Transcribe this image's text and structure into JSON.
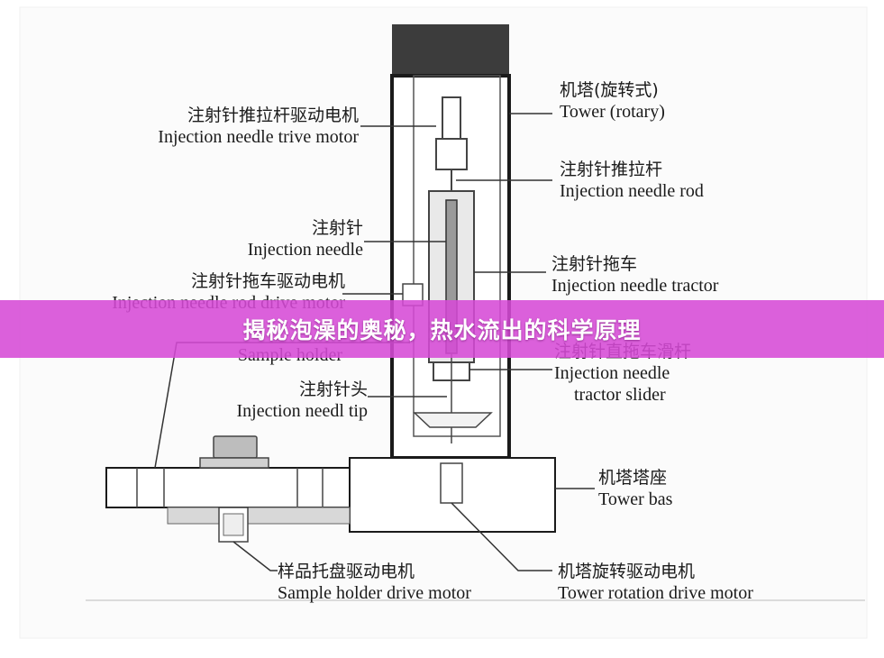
{
  "banner": {
    "title": "揭秘泡澡的奥秘，热水流出的科学原理"
  },
  "labels": {
    "needle_drive_motor": {
      "zh": "注射针推拉杆驱动电机",
      "en": "Injection needle trive motor"
    },
    "needle": {
      "zh": "注射针",
      "en": "Injection needle"
    },
    "rod_drive_motor": {
      "zh": "注射针拖车驱动电机",
      "en": "Injection needle rod drive motor"
    },
    "sample_holder": {
      "en": "Sample holder"
    },
    "needle_tip": {
      "zh": "注射针头",
      "en": "Injection needl tip"
    },
    "tower": {
      "zh": "机塔(旋转式)",
      "en": "Tower (rotary)"
    },
    "needle_rod": {
      "zh": "注射针推拉杆",
      "en": "Injection needle rod"
    },
    "needle_tractor": {
      "zh": "注射针拖车",
      "en": "Injection needle tractor"
    },
    "tractor_slider": {
      "zh": "注射针直拖车滑杆",
      "en1": "Injection needle",
      "en2": "tractor slider"
    },
    "tower_base": {
      "zh": "机塔塔座",
      "en": "Tower bas"
    },
    "sample_drive_motor": {
      "zh": "样品托盘驱动电机",
      "en": "Sample holder drive motor"
    },
    "tower_rotation_motor": {
      "zh": "机塔旋转驱动电机",
      "en": "Tower rotation drive motor"
    }
  }
}
